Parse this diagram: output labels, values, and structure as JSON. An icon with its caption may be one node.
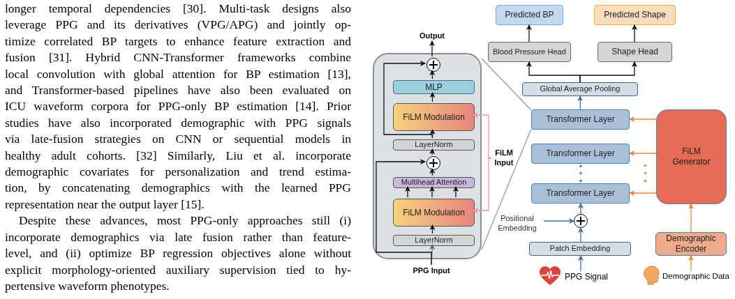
{
  "diagram": {
    "nodes": [
      {
        "text": [
          "Output"
        ]
      },
      {
        "text": [],
        "shape": "box"
      },
      {
        "text": [],
        "shape": "circle",
        "in": 1
      },
      {
        "text": [
          "MLP"
        ],
        "in": 1
      },
      {
        "text": [
          "FiLM Modulation"
        ],
        "in": 1
      },
      {
        "text": [
          "LayerNorm"
        ],
        "in": 1
      },
      {
        "text": [],
        "shape": "circle",
        "in": 1
      },
      {
        "text": [
          "Multihead Attention"
        ],
        "in": 1
      },
      {
        "text": [
          "FiLM Modulation"
        ],
        "in": 1
      },
      {
        "text": [
          "LayerNorm"
        ],
        "in": 1
      },
      {
        "text": [
          "PPG Input"
        ]
      },
      {
        "text": [
          "FiLM Input"
        ]
      },
      {
        "text": [
          "Predicted BP"
        ]
      },
      {
        "text": [
          "Predicted Shape"
        ]
      },
      {
        "text": [
          "Blood Pressure Head"
        ]
      },
      {
        "text": [
          "Shape Head"
        ]
      },
      {
        "text": [
          "Global Average Pooling"
        ]
      },
      {
        "text": [
          "Transformer Layer"
        ]
      },
      {
        "text": [
          "Transformer Layer"
        ]
      },
      {
        "text": [
          "Transformer Layer"
        ]
      },
      {
        "text": [],
        "shape": "circle"
      },
      {
        "text": [
          "Positional Embedding"
        ]
      },
      {
        "text": [
          "Patch Embedding"
        ]
      },
      {
        "text": [
          "PPG Signal"
        ]
      },
      {
        "text": [
          "FiLM Generator"
        ]
      },
      {
        "text": [
          "Demographic Encoder"
        ]
      },
      {
        "text": [
          "Demographic Data"
        ]
      }
    ],
    "edges": [
      {
        "from": 2,
        "to": 0,
        "arrow": "to"
      },
      {
        "from": 9,
        "to": 8,
        "arrow": "to"
      },
      {
        "from": 8,
        "to": 7,
        "arrow": "to"
      },
      {
        "from": 8,
        "to": 7,
        "arrow": "to"
      },
      {
        "from": 8,
        "to": 7,
        "arrow": "to"
      },
      {
        "from": 7,
        "to": 6,
        "arrow": "to"
      },
      {
        "from": 6,
        "to": 5,
        "arrow": "to"
      },
      {
        "from": 5,
        "to": 4,
        "arrow": "to"
      },
      {
        "from": 4,
        "to": 3,
        "arrow": "to"
      },
      {
        "from": 3,
        "to": 2,
        "arrow": "to"
      },
      {
        "from": 5,
        "to": 2,
        "arrow": "to"
      },
      {
        "from": 10,
        "to": 9,
        "arrow": "to",
        "color": "#4a6d99"
      },
      {
        "from": 10,
        "to": 6,
        "arrow": "to"
      },
      {
        "from": 11,
        "to": 4,
        "arrow": "to",
        "color": "#ee9a9a"
      },
      {
        "from": 11,
        "to": 8,
        "arrow": "to",
        "color": "#ee9a9a"
      },
      {
        "from": 14,
        "to": 12,
        "arrow": "to"
      },
      {
        "from": 15,
        "to": 13,
        "arrow": "to"
      },
      {
        "from": 16,
        "to": 14,
        "arrow": "to"
      },
      {
        "from": 16,
        "to": 15,
        "arrow": "to"
      },
      {
        "from": 17,
        "to": 16,
        "arrow": "to",
        "color": "#4a6d99"
      },
      {
        "from": 20,
        "to": 19,
        "arrow": "to",
        "color": "#4a6d99"
      },
      {
        "from": 22,
        "to": 20,
        "arrow": "to",
        "color": "#4a6d99"
      },
      {
        "from": 21,
        "to": 20,
        "arrow": "to",
        "color": "#4a6d99"
      },
      {
        "from": 23,
        "to": 22,
        "arrow": "to",
        "color": "#4a6d99"
      },
      {
        "from": 24,
        "to": 17,
        "arrow": "to",
        "color": "#e8843f"
      },
      {
        "from": 24,
        "to": 18,
        "arrow": "to",
        "color": "#e8843f"
      },
      {
        "from": 24,
        "to": 19,
        "arrow": "to",
        "color": "#e8843f"
      },
      {
        "from": 25,
        "to": 24,
        "arrow": "to",
        "color": "#e8843f"
      },
      {
        "from": 26,
        "to": 25,
        "arrow": "to",
        "color": "#e8843f"
      },
      {
        "from": 1,
        "to": 17,
        "arrow": "none",
        "color": "#9a9a9a"
      },
      {
        "from": 1,
        "to": 17,
        "arrow": "none",
        "color": "#9a9a9a"
      }
    ],
    "labels": [
      "longer temporal dependencies [30]. Multi-task designs also",
      "leverage PPG and its derivatives (VPG/APG) and jointly op-",
      "timize correlated BP targets to enhance feature extraction and",
      "fusion [31]. Hybrid CNN-Transformer frameworks combine",
      "local convolution with global attention for BP estimation [13],",
      "and Transformer-based pipelines have also been evaluated on",
      "ICU waveform corpora for PPG-only BP estimation [14]. Prior",
      "studies have also incorporated demographic with PPG signals",
      "via late-fusion strategies on CNN or sequential models in",
      "healthy adult cohorts. [32] Similarly, Liu et al. incorporate",
      "demographic covariates for personalization and trend estima-",
      "tion, by concatenating demographics with the learned PPG",
      "representation near the output layer [15].",
      "Despite these advances, most PPG-only approaches still (i)",
      "incorporate demographics via late fusion rather than feature-",
      "level, and (ii) optimize BP regression objectives alone without",
      "explicit morphology-oriented auxiliary supervision tied to hy-",
      "pertensive waveform phenotypes."
    ]
  }
}
